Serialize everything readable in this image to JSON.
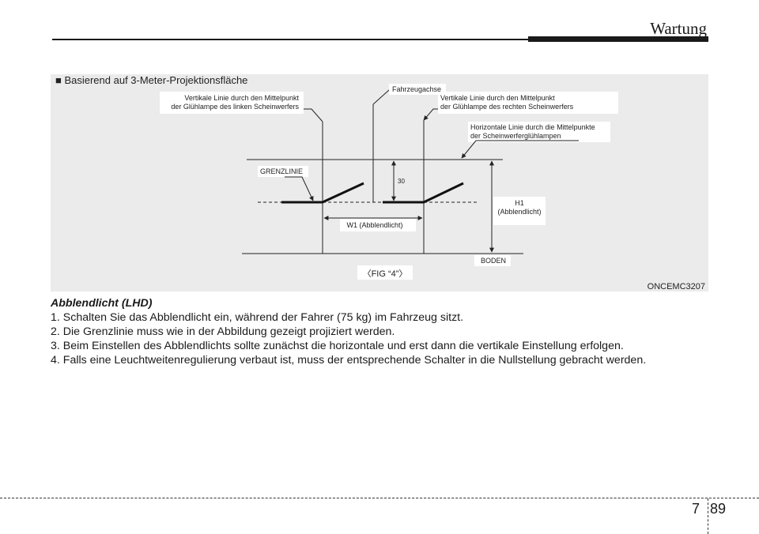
{
  "header": {
    "title": "Wartung"
  },
  "figure": {
    "caption": "■ Basierend auf 3-Meter-Projektionsfläche",
    "label_axis": "Fahrzeugachse",
    "label_left_line_1": "Vertikale Linie durch den Mittelpunkt",
    "label_left_line_2": "der Glühlampe des linken Scheinwerfers",
    "label_right_line_1": "Vertikale Linie durch den Mittelpunkt",
    "label_right_line_2": "der Glühlampe des rechten Scheinwerfers",
    "label_horizontal_1": "Horizontale Linie durch die Mittelpunkte",
    "label_horizontal_2": "der Scheinwerferglühlampen",
    "label_cutoff": "GRENZLINIE",
    "label_30": "30",
    "label_h1_1": "H1",
    "label_h1_2": "(Abblendlicht)",
    "label_w1": "W1 (Abblendlicht)",
    "label_ground": "BODEN",
    "fig_ref": "〈FIG “4”〉",
    "code": "ONCEMC3207"
  },
  "body": {
    "heading": "Abblendlicht (LHD)",
    "steps": [
      "1. Schalten Sie das Abblendlicht ein, während der Fahrer (75 kg) im Fahrzeug sitzt.",
      "2. Die Grenzlinie muss wie in der Abbildung gezeigt projiziert werden.",
      "3. Beim Einstellen des Abblendlichts sollte zunächst die horizontale und erst dann die vertikale Einstellung erfolgen.",
      "4. Falls eine Leuchtweitenregulierung verbaut ist, muss der entsprechende Schalter in die Nullstellung gebracht werden."
    ]
  },
  "footer": {
    "chapter": "7",
    "page": "89"
  }
}
